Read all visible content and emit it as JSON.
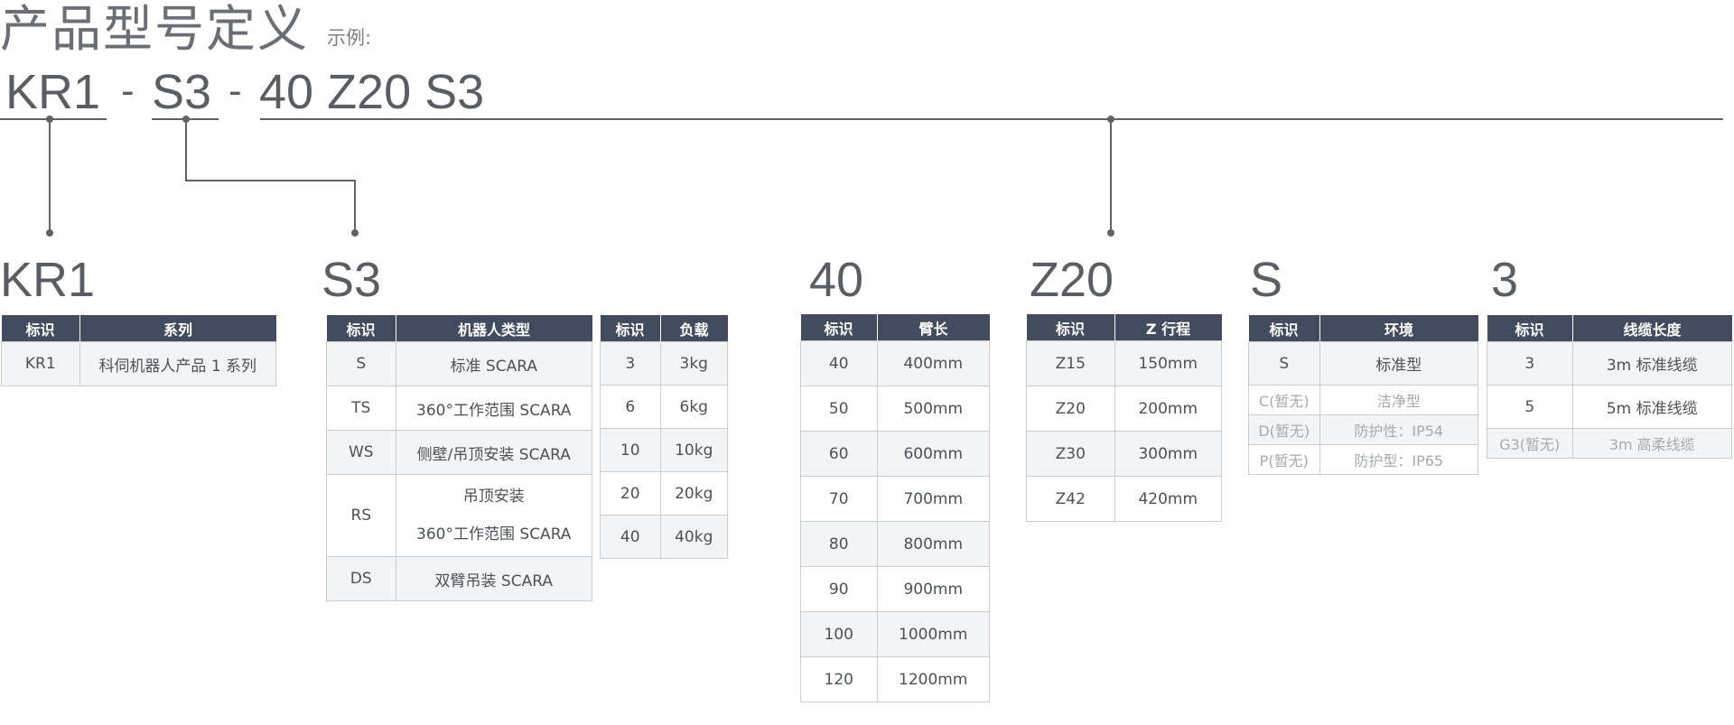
{
  "header": {
    "title": "产品型号定义",
    "example_label": "示例:"
  },
  "model_code": {
    "series": "KR1",
    "sep1": "-",
    "type_load": "S3",
    "sep2": "-",
    "rest": "40 Z20 S3"
  },
  "sections": {
    "series": {
      "heading": "KR1",
      "columns": [
        "标识",
        "系列"
      ],
      "rows": [
        [
          "KR1",
          "科伺机器人产品 1 系列"
        ]
      ]
    },
    "robot_type": {
      "heading": "S3",
      "columns": [
        "标识",
        "机器人类型"
      ],
      "rows": [
        [
          "S",
          "标准  SCARA"
        ],
        [
          "TS",
          "360°工作范围  SCARA"
        ],
        [
          "WS",
          "侧壁/吊顶安装  SCARA"
        ],
        [
          "RS",
          "吊顶安装",
          "360°工作范围  SCARA"
        ],
        [
          "DS",
          "双臂吊装  SCARA"
        ]
      ]
    },
    "load": {
      "columns": [
        "标识",
        "负载"
      ],
      "rows": [
        [
          "3",
          "3kg"
        ],
        [
          "6",
          "6kg"
        ],
        [
          "10",
          "10kg"
        ],
        [
          "20",
          "20kg"
        ],
        [
          "40",
          "40kg"
        ]
      ]
    },
    "arm_length": {
      "heading": "40",
      "columns": [
        "标识",
        "臂长"
      ],
      "rows": [
        [
          "40",
          "400mm"
        ],
        [
          "50",
          "500mm"
        ],
        [
          "60",
          "600mm"
        ],
        [
          "70",
          "700mm"
        ],
        [
          "80",
          "800mm"
        ],
        [
          "90",
          "900mm"
        ],
        [
          "100",
          "1000mm"
        ],
        [
          "120",
          "1200mm"
        ]
      ]
    },
    "z_stroke": {
      "heading": "Z20",
      "columns": [
        "标识",
        "Z 行程"
      ],
      "rows": [
        [
          "Z15",
          "150mm"
        ],
        [
          "Z20",
          "200mm"
        ],
        [
          "Z30",
          "300mm"
        ],
        [
          "Z42",
          "420mm"
        ]
      ]
    },
    "environment": {
      "heading": "S",
      "columns": [
        "标识",
        "环境"
      ],
      "rows": [
        [
          "S",
          "标准型"
        ],
        [
          "C(暂无)",
          "洁净型"
        ],
        [
          "D(暂无)",
          "防护性：IP54"
        ],
        [
          "P(暂无)",
          "防护型：IP65"
        ]
      ]
    },
    "cable": {
      "heading": "3",
      "columns": [
        "标识",
        "线缆长度"
      ],
      "rows": [
        [
          "3",
          "3m 标准线缆"
        ],
        [
          "5",
          "5m 标准线缆"
        ],
        [
          "G3(暂无)",
          "3m 高柔线缆"
        ]
      ]
    }
  },
  "colors": {
    "header_bg": "#434c5f",
    "text": "#555a60",
    "line": "#5f6368",
    "muted": "#a6a9ad"
  }
}
